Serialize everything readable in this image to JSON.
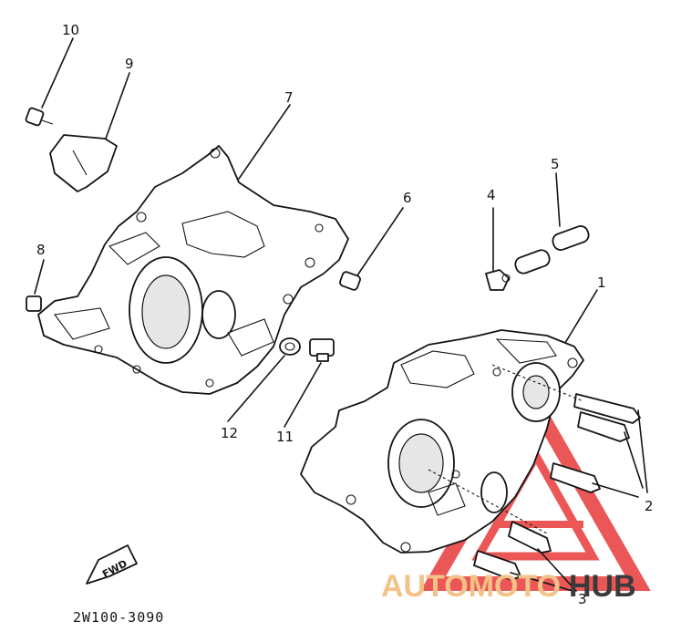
{
  "callouts": {
    "n1": "1",
    "n2": "2",
    "n3": "3",
    "n4": "4",
    "n5": "5",
    "n6": "6",
    "n7": "7",
    "n8": "8",
    "n9": "9",
    "n10": "10",
    "n11": "11",
    "n12": "12"
  },
  "diagram_code": "2W100-3090",
  "direction_label": "FWD",
  "watermark": {
    "left": "AUTOMOTO",
    "right": "HUB",
    "colors": {
      "triangle": "#e83a3a",
      "text_left": "#f3c289",
      "text_right": "#3a3a3a"
    }
  }
}
